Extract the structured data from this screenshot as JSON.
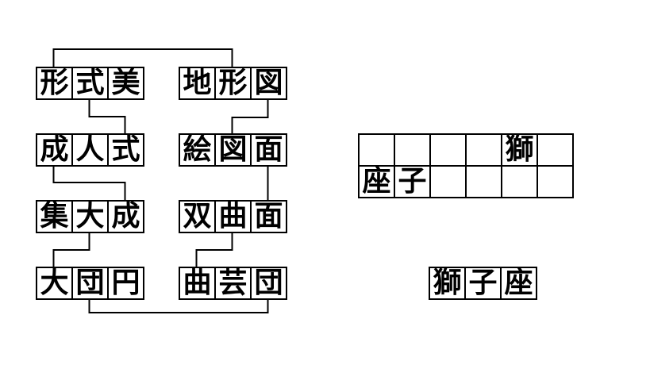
{
  "puzzle": {
    "left_column": [
      {
        "word": "形式美",
        "chars": [
          "形",
          "式",
          "美"
        ]
      },
      {
        "word": "成人式",
        "chars": [
          "成",
          "人",
          "式"
        ]
      },
      {
        "word": "集大成",
        "chars": [
          "集",
          "大",
          "成"
        ]
      },
      {
        "word": "大団円",
        "chars": [
          "大",
          "団",
          "円"
        ]
      }
    ],
    "right_column": [
      {
        "word": "地形図",
        "chars": [
          "地",
          "形",
          "図"
        ]
      },
      {
        "word": "絵図面",
        "chars": [
          "絵",
          "図",
          "面"
        ]
      },
      {
        "word": "双曲面",
        "chars": [
          "双",
          "曲",
          "面"
        ]
      },
      {
        "word": "曲芸団",
        "chars": [
          "曲",
          "芸",
          "団"
        ]
      }
    ],
    "links": [
      {
        "from": "形式美:形",
        "to": "地形図:形"
      },
      {
        "from": "形式美:式",
        "to": "成人式:式"
      },
      {
        "from": "成人式:成",
        "to": "集大成:成"
      },
      {
        "from": "集大成:大",
        "to": "大団円:大"
      },
      {
        "from": "地形図:図",
        "to": "絵図面:図"
      },
      {
        "from": "絵図面:面",
        "to": "双曲面:面"
      },
      {
        "from": "双曲面:曲",
        "to": "曲芸団:曲"
      },
      {
        "from": "大団円:団",
        "to": "曲芸団:団"
      }
    ]
  },
  "answer_grid": {
    "rows": [
      {
        "cells": [
          "",
          "",
          "",
          "",
          "獅",
          ""
        ]
      },
      {
        "cells": [
          "座",
          "子",
          "",
          "",
          "",
          ""
        ]
      }
    ]
  },
  "answer_word": {
    "word": "獅子座",
    "chars": [
      "獅",
      "子",
      "座"
    ]
  },
  "colors": {
    "line": "#000000",
    "background": "#ffffff",
    "text": "#000000"
  }
}
